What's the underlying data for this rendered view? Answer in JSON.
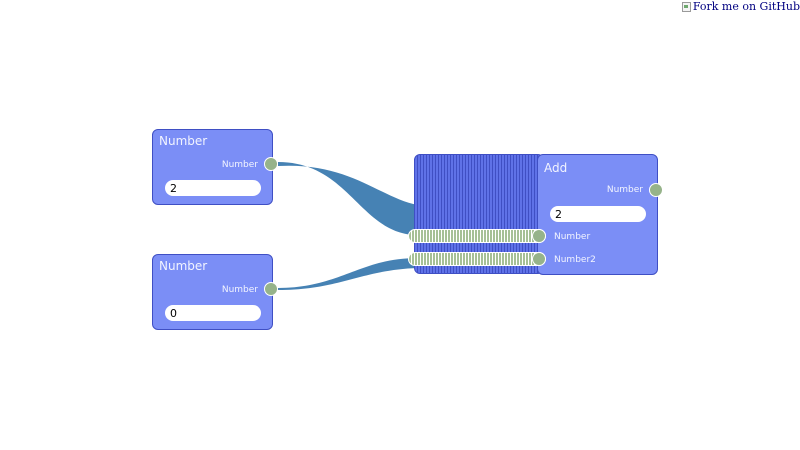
{
  "header": {
    "fork_alt": "Fork me on GitHub"
  },
  "nodes": {
    "number_a": {
      "title": "Number",
      "output_label": "Number",
      "value": "2"
    },
    "number_b": {
      "title": "Number",
      "output_label": "Number",
      "value": "0"
    },
    "add": {
      "title": "Add",
      "output_label": "Number",
      "value": "2",
      "inputs": [
        {
          "label": "Number"
        },
        {
          "label": "Number2"
        }
      ]
    }
  },
  "colors": {
    "node_fill": "#7b8ef6",
    "node_border": "#3f4fc4",
    "socket": "#96b38a",
    "connection": "#4682b4"
  },
  "icons": {
    "broken_image": "broken-image-icon"
  }
}
